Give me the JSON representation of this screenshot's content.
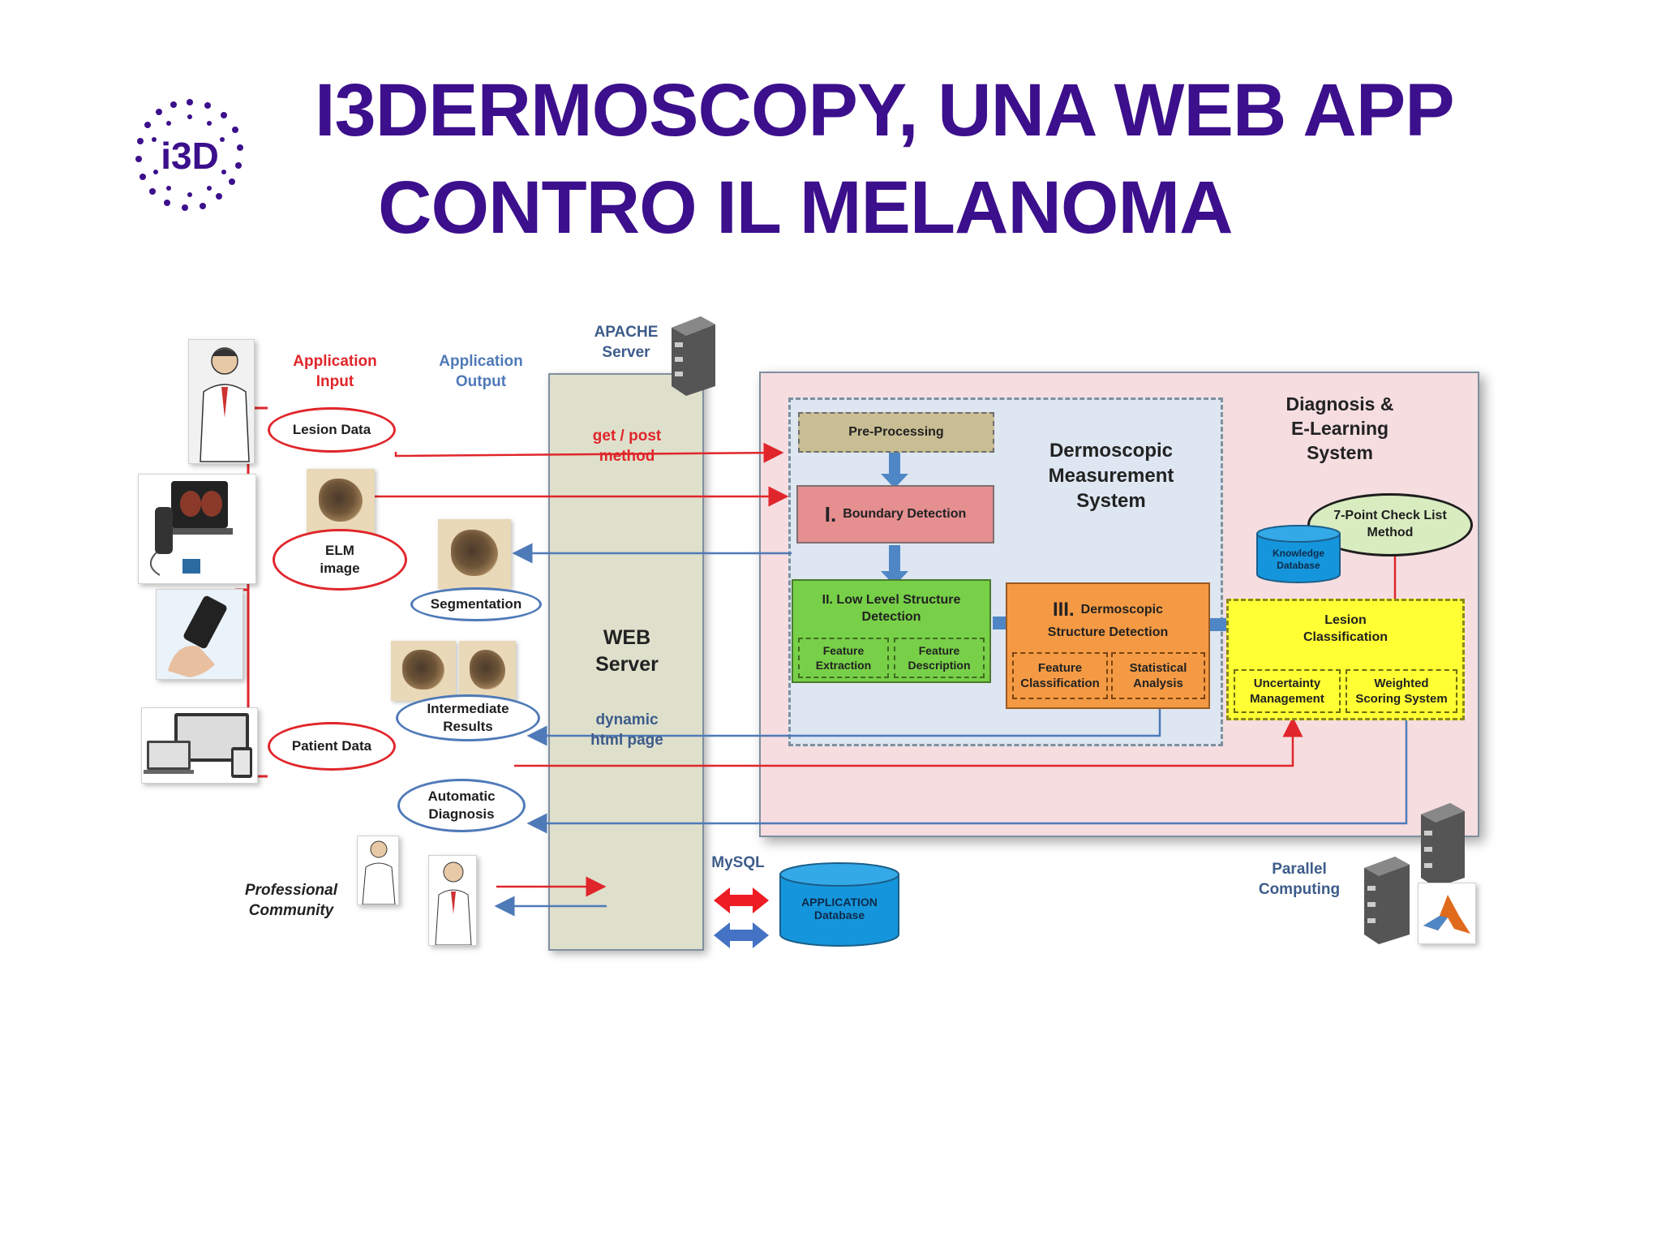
{
  "slide": {
    "title_line1": "I3DERMOSCOPY, UNA WEB APP",
    "title_line2": "CONTRO IL MELANOMA",
    "logo_text": "i3D"
  },
  "colors": {
    "title": "#3c0f8c",
    "input_red": "#e0262b",
    "output_blue": "#4f7ab8",
    "web_server_bg": "#dfe0cc",
    "system_bg": "#f5dde0",
    "dms_bg": "#dde6f1",
    "pre_processing": "#c9bd93",
    "boundary_detection": "#e58f91",
    "low_level": "#77d047",
    "dermoscopic_structure": "#f59a44",
    "lesion_classification": "#ffff33",
    "database": "#1596dc"
  },
  "diagram": {
    "application_input": "Application\nInput",
    "application_output": "Application\nOutput",
    "apache_server": "APACHE\nServer",
    "lesion_data": "Lesion Data",
    "elm_image": "ELM\nimage",
    "segmentation": "Segmentation",
    "intermediate_results": "Intermediate\nResults",
    "patient_data": "Patient Data",
    "automatic_diagnosis": "Automatic\nDiagnosis",
    "professional_community": "Professional\nCommunity",
    "get_post": "get / post\nmethod",
    "web_server": "WEB\nServer",
    "dynamic_html": "dynamic\nhtml page",
    "mysql": "MySQL",
    "application_database": "APPLICATION\nDatabase",
    "pre_processing": "Pre-Processing",
    "boundary_num": "I.",
    "boundary_detection": "Boundary Detection",
    "low_level_structure": "II. Low Level Structure\nDetection",
    "feature_extraction": "Feature\nExtraction",
    "feature_description": "Feature\nDescription",
    "dermoscopic_num": "III.",
    "dermoscopic_label": "Dermoscopic",
    "structure_detection": "Structure Detection",
    "feature_classification": "Feature\nClassification",
    "statistical_analysis": "Statistical\nAnalysis",
    "dermoscopic_measurement_system": "Dermoscopic\nMeasurement\nSystem",
    "diagnosis_elearning": "Diagnosis &\nE-Learning\nSystem",
    "seven_point": "7-Point Check List\nMethod",
    "knowledge_database": "Knowledge\nDatabase",
    "lesion_classification": "Lesion\nClassification",
    "uncertainty_management": "Uncertainty\nManagement",
    "weighted_scoring": "Weighted\nScoring System",
    "parallel_computing": "Parallel\nComputing"
  }
}
